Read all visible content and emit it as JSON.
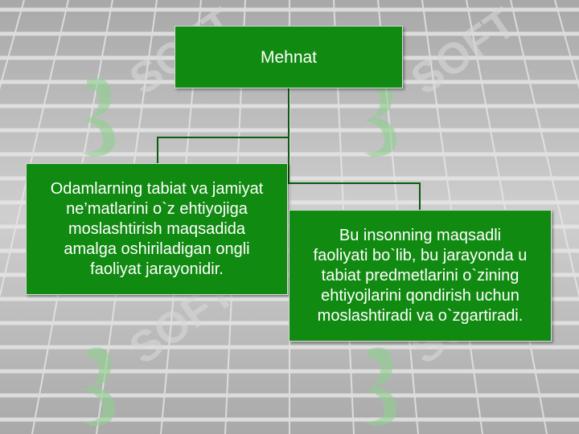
{
  "diagram": {
    "root": {
      "label": "Mehnat"
    },
    "children": [
      {
        "label": "Odamlarning tabiat va jamiyat\nne’matlarini o`z ehtiyojiga\nmoslashtirish maqsadida\namalga oshiriladigan ongli\nfaoliyat jarayonidir."
      },
      {
        "label": "Bu insonning maqsadli\nfaoliyati bo`lib, bu jarayonda u\ntabiat predmetlarini o`zining\nehtiyojlarini qondirish uchun\nmoslashtiradi va o`zgartiradi."
      }
    ]
  },
  "watermark": {
    "text": "SOFT",
    "icon": "swirl-logo-icon"
  },
  "colors": {
    "box_fill": "#118a11",
    "box_text": "#ffffff",
    "connector": "#0c5c0c",
    "background": "#c8c8c8",
    "grid_line": "#e6e6e6",
    "watermark": "#9ccf9c"
  }
}
